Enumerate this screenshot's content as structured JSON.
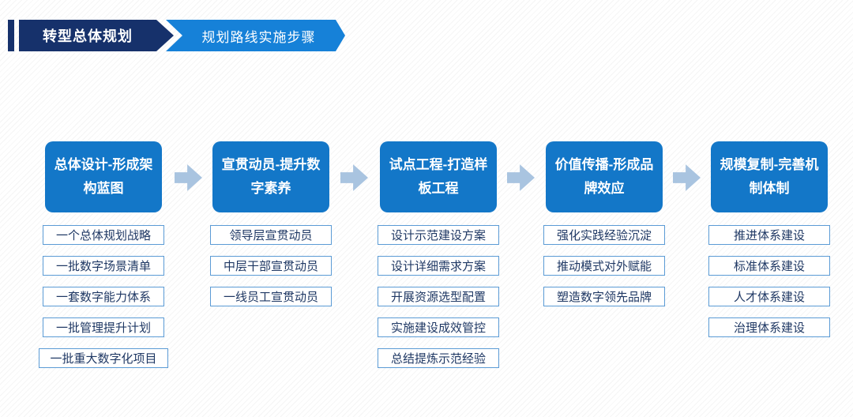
{
  "colors": {
    "dark-navy": "#16316B",
    "bright-blue": "#1681D8",
    "box-blue": "#1377C8",
    "arrow-blue": "#A9C4E0",
    "item-border": "#5B9BD5",
    "item-text": "#1F3864",
    "stripe": "#F5F5F5"
  },
  "header": {
    "primary_tab": "转型总体规划",
    "secondary_tab": "规划路线实施步骤"
  },
  "flow": {
    "columns": [
      {
        "title": "总体设计-形成架构蓝图",
        "items": [
          "一个总体规划战略",
          "一批数字场景清单",
          "一套数字能力体系",
          "一批管理提升计划",
          "一批重大数字化项目"
        ]
      },
      {
        "title": "宣贯动员-提升数字素养",
        "items": [
          "领导层宣贯动员",
          "中层干部宣贯动员",
          "一线员工宣贯动员"
        ]
      },
      {
        "title": "试点工程-打造样板工程",
        "items": [
          "设计示范建设方案",
          "设计详细需求方案",
          "开展资源选型配置",
          "实施建设成效管控",
          "总结提炼示范经验"
        ]
      },
      {
        "title": "价值传播-形成品牌效应",
        "items": [
          "强化实践经验沉淀",
          "推动模式对外赋能",
          "塑造数字领先品牌"
        ]
      },
      {
        "title": "规模复制-完善机制体制",
        "items": [
          "推进体系建设",
          "标准体系建设",
          "人才体系建设",
          "治理体系建设"
        ]
      }
    ]
  }
}
